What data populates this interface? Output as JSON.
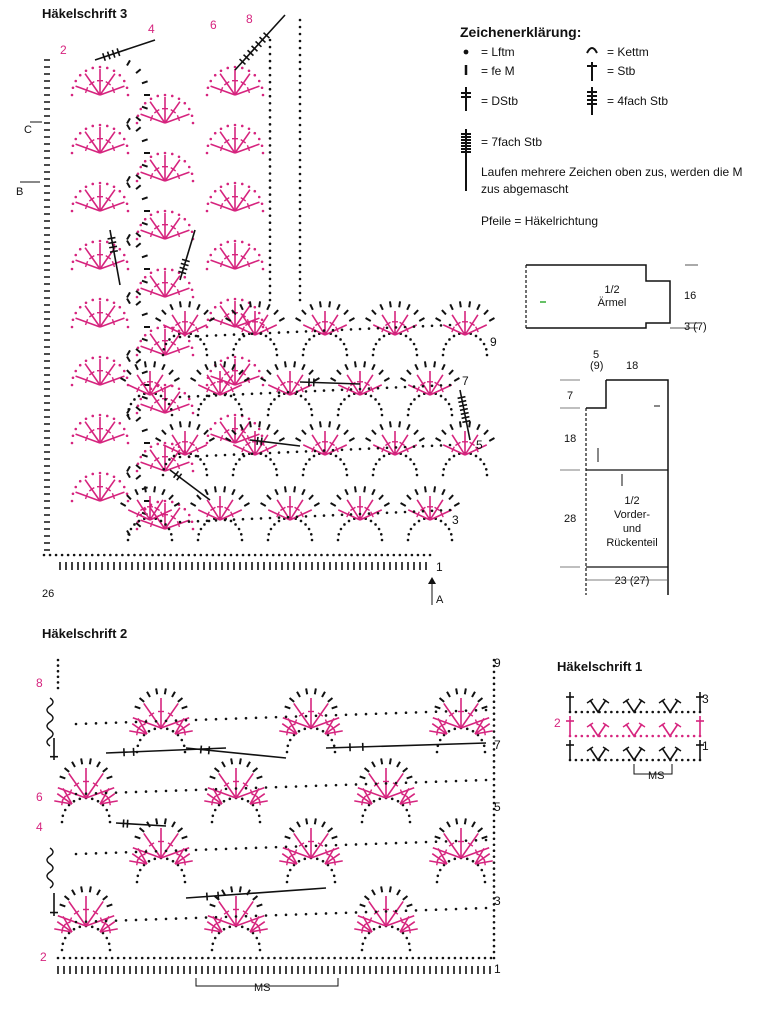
{
  "titles": {
    "chart3": "Häkelschrift 3",
    "chart2": "Häkelschrift 2",
    "chart1": "Häkelschrift 1"
  },
  "legend": {
    "title": "Zeichenerklärung:",
    "items": [
      {
        "symbol": "filled-dot",
        "label": "= Lftm"
      },
      {
        "symbol": "arc",
        "label": "= Kettm"
      },
      {
        "symbol": "vertical-bar",
        "label": "= fe M"
      },
      {
        "symbol": "cross-stitch",
        "label": "= Stb"
      },
      {
        "symbol": "double-treble",
        "label": "= DStb"
      },
      {
        "symbol": "quad-treble",
        "label": "= 4fach Stb"
      },
      {
        "symbol": "seven-treble",
        "label": "= 7fach Stb"
      }
    ],
    "note": "Laufen mehrere Zeichen oben zus, werden die M zus abgemascht",
    "arrows": "Pfeile = Häkelrichtung"
  },
  "chart3": {
    "row_labels_right": [
      "9",
      "7",
      "5",
      "3",
      "1"
    ],
    "top_labels": [
      "2",
      "4",
      "6",
      "8"
    ],
    "side_markers": [
      "C",
      "B"
    ],
    "bottom_left": "26",
    "arrow_label": "A"
  },
  "chart2": {
    "row_labels_right": [
      "9",
      "7",
      "5",
      "3",
      "1"
    ],
    "row_labels_left": [
      "8",
      "6",
      "4",
      "2"
    ],
    "repeat_label": "MS"
  },
  "chart1": {
    "row_labels_right": [
      "3",
      "1"
    ],
    "row_labels_left": [
      "2"
    ],
    "repeat_label": "MS"
  },
  "schematic": {
    "sleeve": {
      "title_line1": "1/2",
      "title_line2": "Ärmel",
      "dim_right": "16",
      "dim_bottom": "3 (7)"
    },
    "body": {
      "top_left": "5",
      "top_left_alt": "(9)",
      "top_right": "18",
      "side_1": "7",
      "side_2": "18",
      "side_3": "28",
      "bottom": "23 (27)",
      "title_line1": "1/2",
      "title_line2": "Vorder-",
      "title_line3": "und",
      "title_line4": "Rückenteil"
    }
  },
  "colors": {
    "pink": "#d6247e",
    "ink": "#111111"
  }
}
